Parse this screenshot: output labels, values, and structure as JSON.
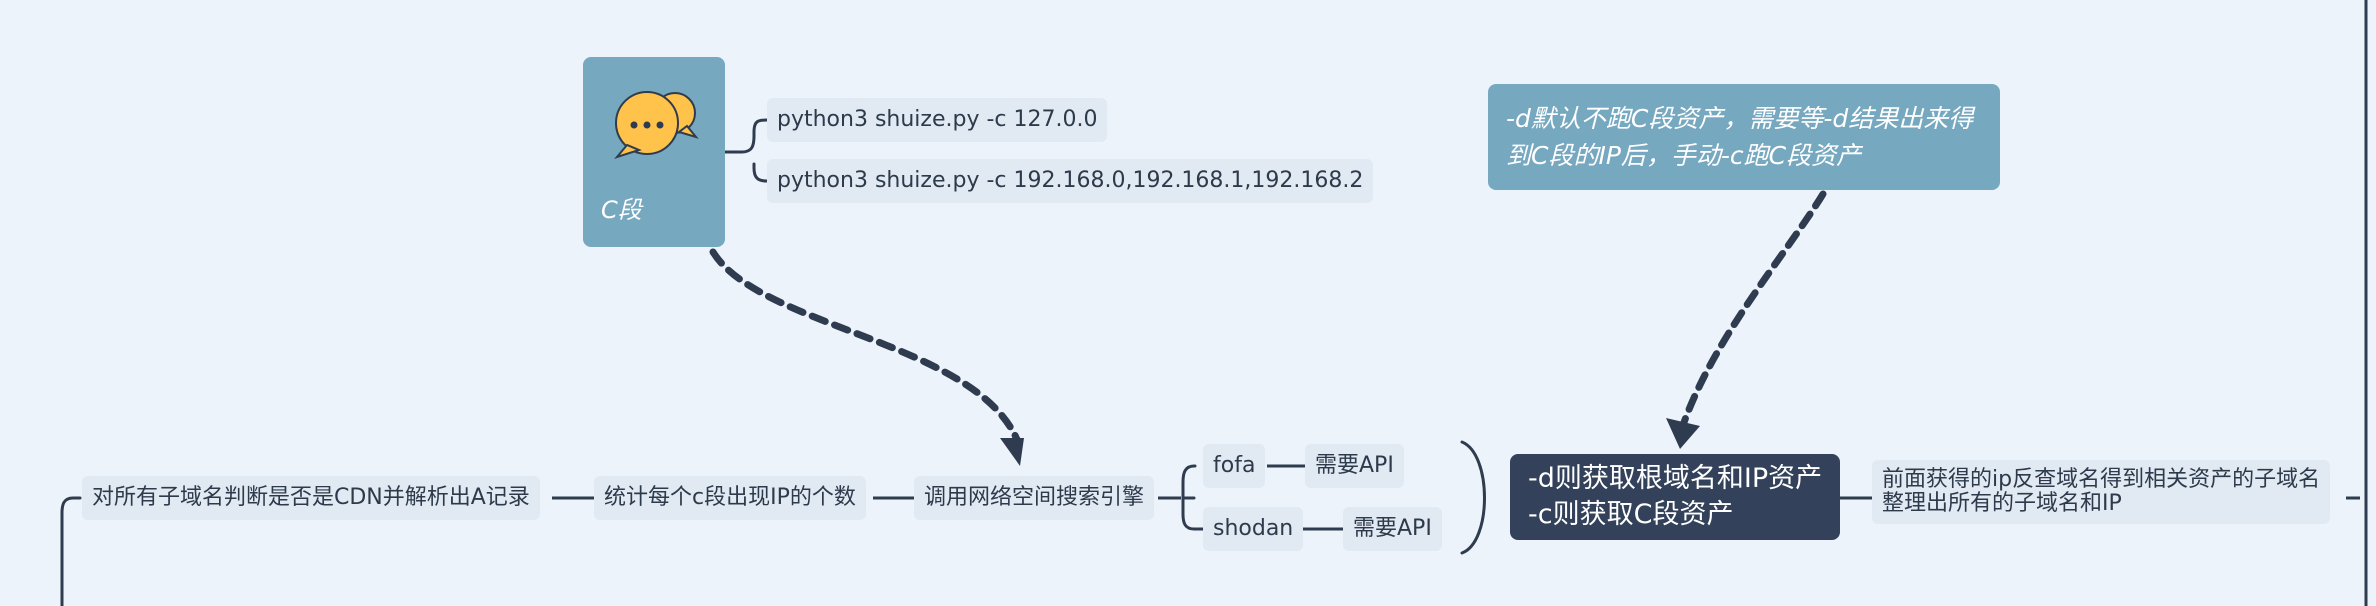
{
  "nodes": {
    "c_segment": {
      "label": "C段",
      "icon": "chat-bubbles-icon",
      "commands": [
        "python3 shuize.py -c 127.0.0",
        "python3 shuize.py -c 192.168.0,192.168.1,192.168.2"
      ]
    },
    "d_note": {
      "text": "-d默认不跑C段资产，需要等-d结果出来得到C段的IP后，手动-c跑C段资产"
    },
    "main_node": {
      "lines": [
        "-d则获取根域名和IP资产",
        "-c则获取C段资产"
      ]
    },
    "reverse_lookup": {
      "lines": [
        "前面获得的ip反查域名得到相关资产的子域名",
        "整理出所有的子域名和IP"
      ]
    },
    "engines": [
      {
        "name": "fofa",
        "note": "需要API"
      },
      {
        "name": "shodan",
        "note": "需要API"
      }
    ],
    "call_engine": "调用网络空间搜索引擎",
    "count_ip": "统计每个c段出现IP的个数",
    "cdn_check": "对所有子域名判断是否是CDN并解析出A记录"
  },
  "colors": {
    "background": "#edf3fa",
    "teal": "#76a8c0",
    "dark": "#33425a",
    "chip": "#e1e9f2",
    "line": "#2f3c50",
    "icon_yellow": "#ffc24a"
  }
}
